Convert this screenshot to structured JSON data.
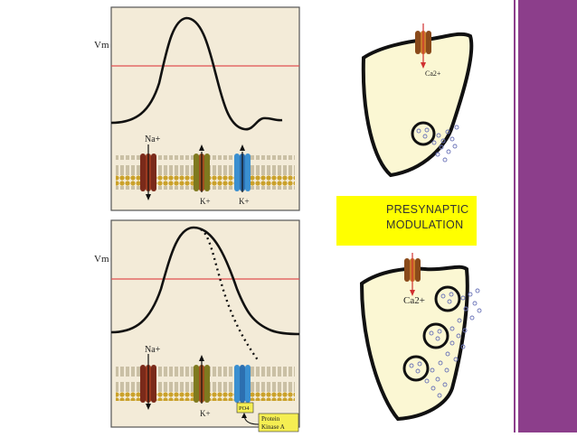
{
  "panels": {
    "top": {
      "axis_label": "Vm",
      "ion_na": "Na+",
      "ion_k1": "K+",
      "ion_k2": "K+"
    },
    "bottom": {
      "axis_label": "Vm",
      "ion_na": "Na+",
      "ion_k": "K+",
      "po4": "PO4",
      "pka_line1": "Protein",
      "pka_line2": "Kinase A"
    }
  },
  "terminals": {
    "top_ion": "Ca2+",
    "bottom_ion": "Ca2+"
  },
  "label": {
    "line1": "PRESYNAPTIC",
    "line2": "MODULATION"
  },
  "colors": {
    "frame_bg": "#f3ebd8",
    "threshold": "#e05050",
    "terminal_fill": "#fbf7d3",
    "label_bg": "#ffff00",
    "band": "#8c3e8b",
    "na_channel": "#7a2a1a",
    "k_channel": "#7f7a1f",
    "k_channel_blue": "#3a8fd0"
  }
}
